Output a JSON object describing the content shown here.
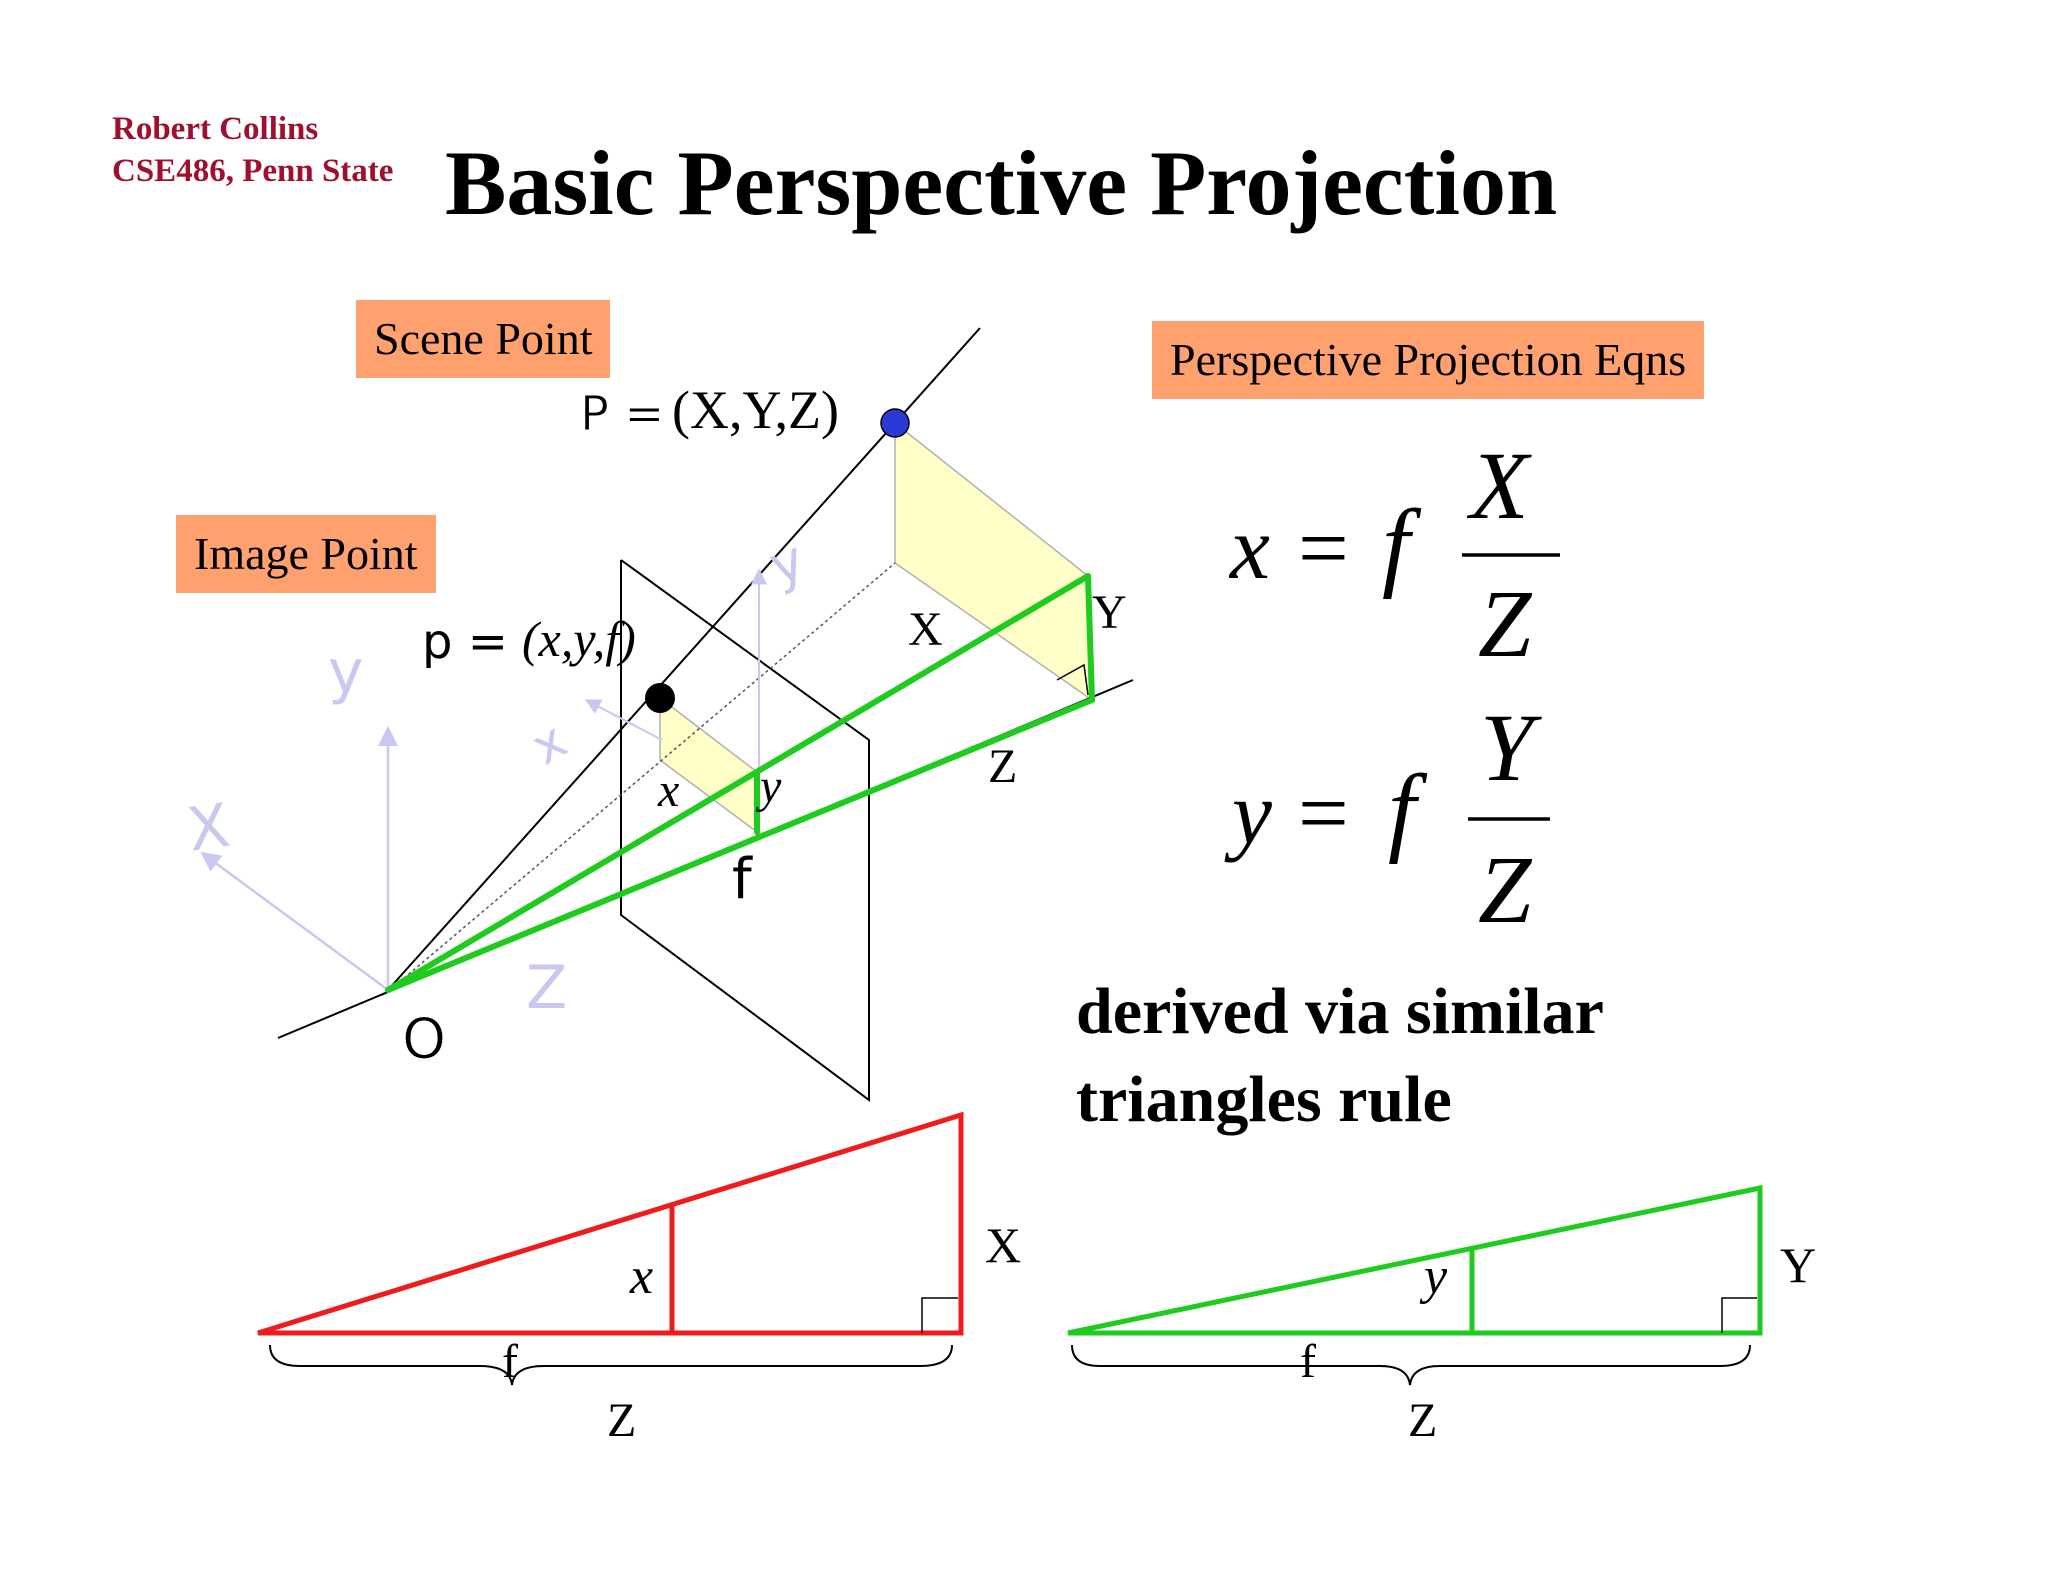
{
  "author": {
    "name": "Robert Collins",
    "affiliation": "CSE486, Penn State"
  },
  "title": "Basic Perspective Projection",
  "tags": {
    "scene_point": "Scene Point",
    "image_point": "Image Point",
    "eqns": "Perspective Projection Eqns"
  },
  "diagram3d": {
    "scene_point_prefix": "P =",
    "scene_point_coords": "(X,Y,Z)",
    "image_point_prefix": "p =",
    "image_point_coords": "(x,y,f)",
    "origin": "O",
    "world_axes": {
      "x": "X",
      "y": "y",
      "z": "Z"
    },
    "image_axes": {
      "x": "x",
      "y": "y"
    },
    "labels": {
      "X": "X",
      "Y": "Y",
      "Z": "Z",
      "x": "x",
      "y": "y",
      "f": "f"
    }
  },
  "equations": {
    "eq1": {
      "lhs": "x",
      "eq": "=",
      "f": "f",
      "num": "X",
      "den": "Z"
    },
    "eq2": {
      "lhs": "y",
      "eq": "=",
      "f": "f",
      "num": "Y",
      "den": "Z"
    }
  },
  "derived": {
    "line1": "derived via similar",
    "line2": "triangles rule"
  },
  "triangles": {
    "red": {
      "small": "x",
      "big": "X",
      "f": "f",
      "Z": "Z"
    },
    "green": {
      "small": "y",
      "big": "Y",
      "f": "f",
      "Z": "Z"
    }
  },
  "colors": {
    "author": "#a0102e",
    "tag_bg": "#ffa16f",
    "green": "#1ecb1e",
    "red": "#ee1c1c",
    "axis": "#c8c8f0",
    "scene_point": "#2b3ad6",
    "fill": "#ffffc8"
  }
}
